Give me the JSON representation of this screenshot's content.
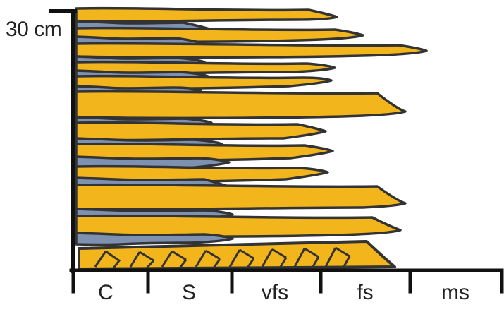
{
  "log": {
    "scale_label": "30 cm",
    "grain_size_classes": [
      {
        "code": "C"
      },
      {
        "code": "S"
      },
      {
        "code": "vfs"
      },
      {
        "code": "fs"
      },
      {
        "code": "ms"
      }
    ]
  },
  "colors": {
    "sand": "#f2b51c",
    "mud": "#7e91b0",
    "outline": "#333333",
    "background": "#ffffff"
  }
}
